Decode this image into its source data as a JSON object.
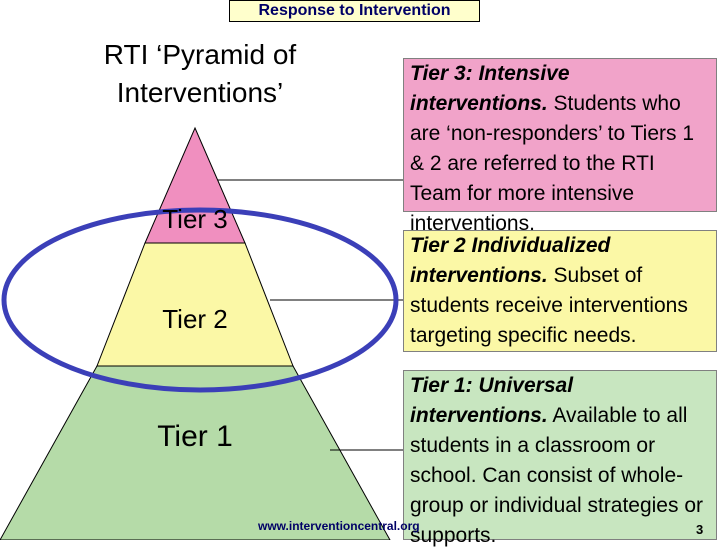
{
  "header": {
    "title": "Response to Intervention"
  },
  "pyramid": {
    "title": "RTI ‘Pyramid of Interventions’",
    "tiers": [
      {
        "label": "Tier 3",
        "color": "#f08fbf"
      },
      {
        "label": "Tier 2",
        "color": "#fbf8a6"
      },
      {
        "label": "Tier 1",
        "color": "#b5dba8"
      }
    ],
    "ellipse_color": "#3b3fb8"
  },
  "descriptions": {
    "tier3": {
      "lead": "Tier 3: Intensive interventions.",
      "body": " Students who are ‘non-responders’ to Tiers 1 & 2 are referred to the RTI Team for more intensive interventions."
    },
    "tier2": {
      "lead": "Tier 2 Individualized interventions.",
      "body": " Subset of students receive interventions targeting specific needs."
    },
    "tier1": {
      "lead": "Tier 1: Universal interventions.",
      "body": " Available to all students in a classroom or school. Can consist of whole-group or individual strategies or supports."
    }
  },
  "footer": {
    "url": "www.interventioncentral.org",
    "page": "3"
  }
}
